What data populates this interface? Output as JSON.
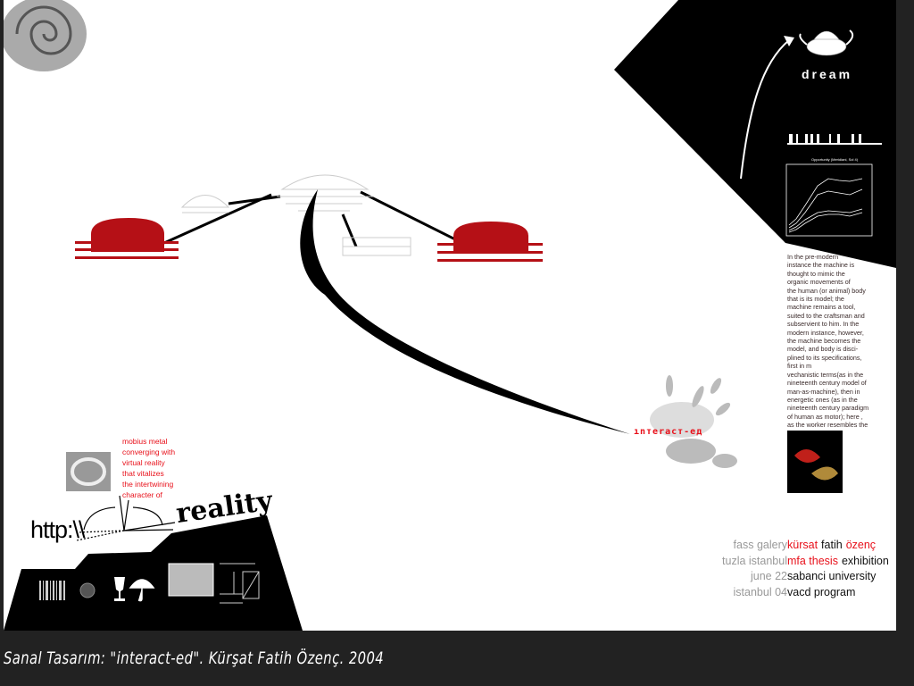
{
  "dream_label": "dream",
  "essay": [
    "In the pre-modern",
    "instance the machine is",
    "thought to mimic the",
    "organic movements of",
    "the human (or animal)  body",
    "that is its model; the",
    "machine remains a  tool,",
    "suited to the craftsman and",
    "subservient to him. In the",
    "modern instance, however,",
    "the machine becomes the",
    "model, and body is disci-",
    "plined to its specifications,",
    "first in m",
    "vechanistic terms(as in the",
    "nineteenth century model of",
    "man-as-machine), then in",
    "energetic ones (as in the",
    "nineteenth century paradigm",
    "of human as motor); here ,",
    "as the worker resembles the"
  ],
  "mobius": [
    "mobius metal",
    "converging with",
    "virtual reality",
    "that vitalizes",
    "the intertwining",
    "character of"
  ],
  "http_label": "http:\\\\",
  "reality_label": "reality",
  "interact_label": "ınтeracт-eд",
  "chart_title": "Opportunity (Meridiani, Sol 4)",
  "credits": [
    {
      "left": "fass galery",
      "right": [
        {
          "t": "kürsat",
          "c": "red"
        },
        {
          "t": "fatih",
          "c": "blk"
        },
        {
          "t": "özenç",
          "c": "red"
        }
      ]
    },
    {
      "left": "tuzla istanbul",
      "right": [
        {
          "t": "mfa thesis",
          "c": "red"
        },
        {
          "t": "exhibition",
          "c": "blk"
        }
      ]
    },
    {
      "left": "june 22",
      "right": [
        {
          "t": "sabanci university",
          "c": "blk"
        }
      ]
    },
    {
      "left": "istanbul 04",
      "right": [
        {
          "t": "vacd program",
          "c": "blk"
        }
      ]
    }
  ],
  "caption": "Sanal Tasarım: \"interact-ed\". Kürşat Fatih Özenç. 2004",
  "colors": {
    "accent": "#e8101a",
    "dome": "#b51016",
    "background": "#222222"
  }
}
